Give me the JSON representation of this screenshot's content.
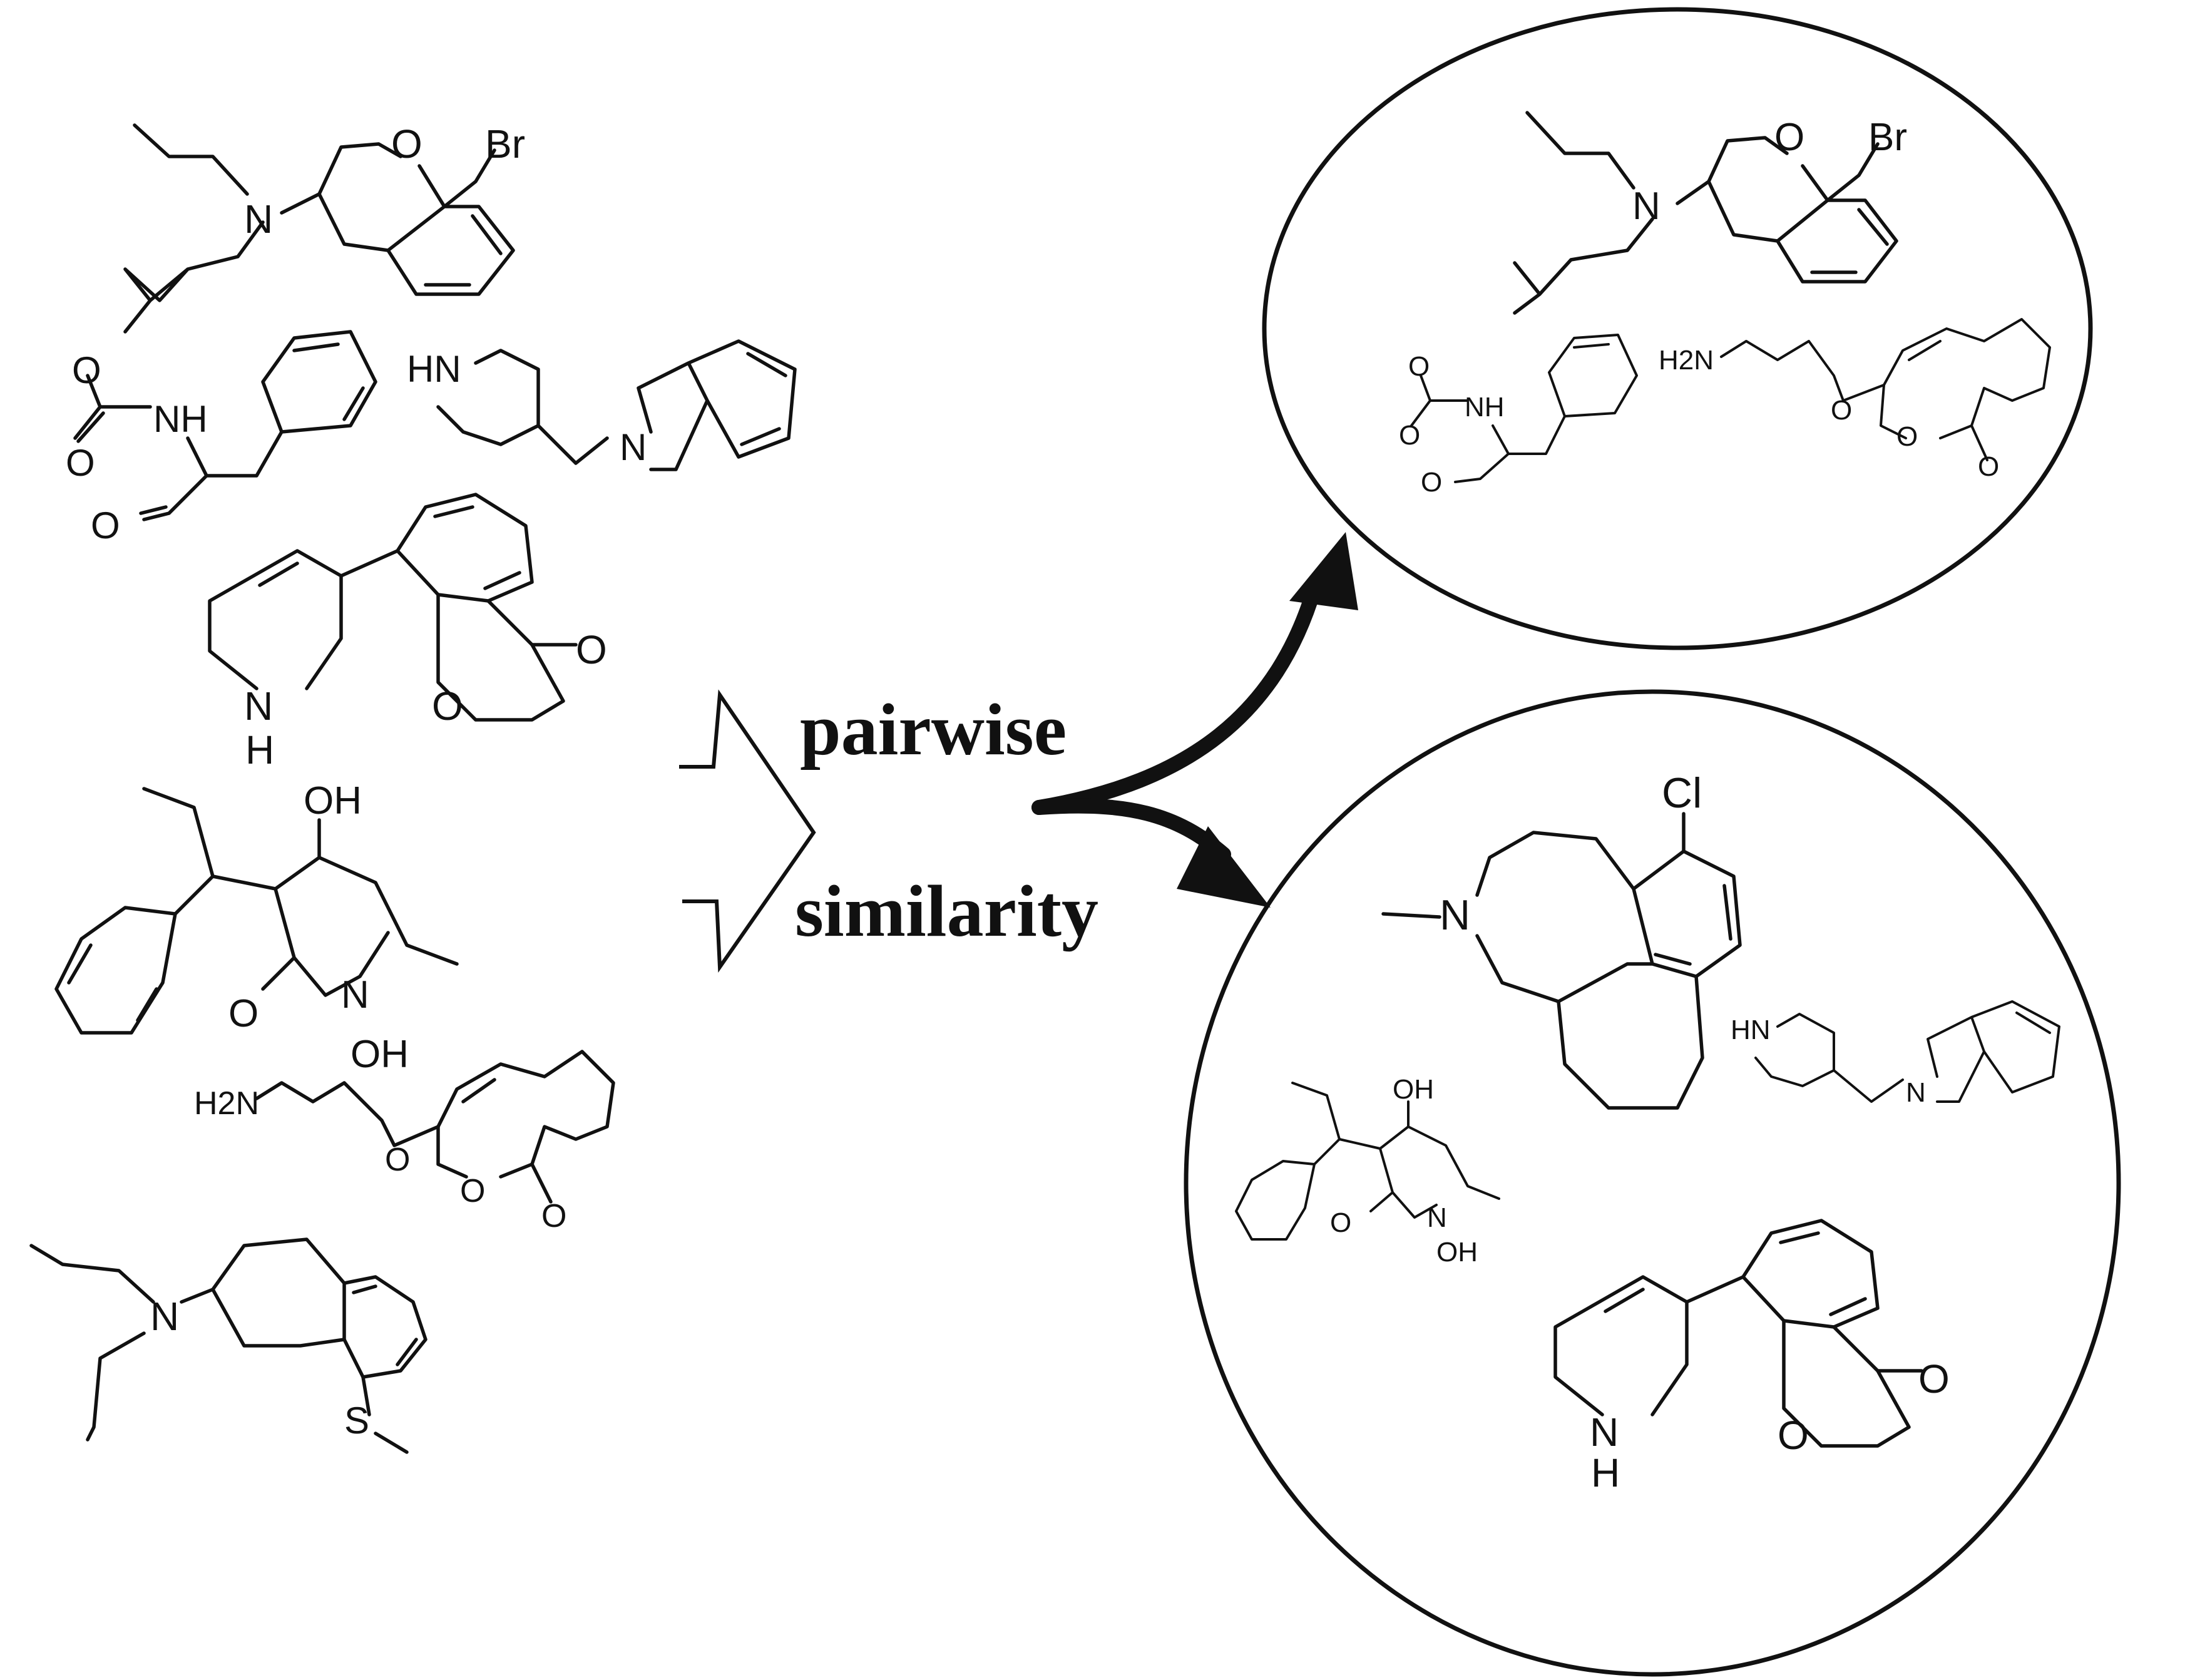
{
  "process": {
    "line1": "pairwise",
    "line2": "similarity"
  },
  "atoms": {
    "bromine": "Br",
    "oxygen": "O",
    "nitrogen": "N",
    "amine_nh": "NH",
    "amine_hn": "HN",
    "hydrogen": "H",
    "hydroxyl": "OH",
    "amino_group": "H2N",
    "sulfur": "S",
    "chlorine": "Cl"
  },
  "colors": {
    "ink": "#111111",
    "background": "#ffffff"
  }
}
